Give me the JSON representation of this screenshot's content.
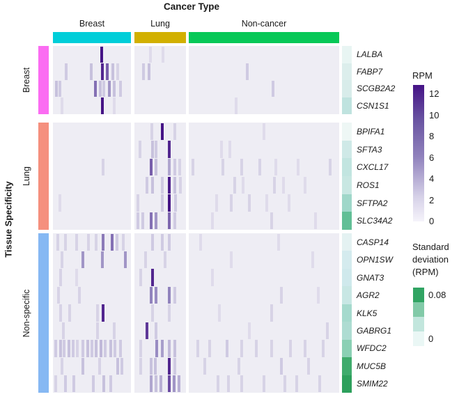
{
  "figure": {
    "title": "Cancer Type",
    "y_axis_title": "Tissue Specificity"
  },
  "legend_rpm": {
    "title": "RPM",
    "ticks": [
      "12",
      "10",
      "8",
      "6",
      "4",
      "2",
      "0"
    ]
  },
  "legend_sd": {
    "title": "Standard\ndeviation\n(RPM)",
    "top_label": "0.08",
    "bottom_label": "0",
    "colors": [
      "#31a463",
      "#82caa8",
      "#c2e6dd",
      "#eaf7f5"
    ]
  },
  "chart_data": {
    "type": "heatmap",
    "title": "Cancer Type",
    "x_group_axis": "Cancer Type",
    "y_group_axis": "Tissue Specificity",
    "value_unit": "RPM",
    "cell_background": "#eeedf4",
    "rpm_scale": {
      "min": 0,
      "max": 12,
      "min_color": "#eeedf4",
      "mid_color": "#9183bd",
      "max_color": "#451386"
    },
    "columns": [
      {
        "id": "breast",
        "label": "Breast",
        "color": "#00ced9"
      },
      {
        "id": "lung",
        "label": "Lung",
        "color": "#d2b000"
      },
      {
        "id": "noncancer",
        "label": "Non-cancer",
        "color": "#07c857"
      }
    ],
    "rows": [
      {
        "id": "breast",
        "label": "Breast",
        "color": "#fb6cf2",
        "genes": [
          "LALBA",
          "FABP7",
          "SCGB2A2",
          "CSN1S1"
        ]
      },
      {
        "id": "lung",
        "label": "Lung",
        "color": "#f5907e",
        "genes": [
          "BPIFA1",
          "SFTA3",
          "CXCL17",
          "ROS1",
          "SFTPA2",
          "SLC34A2"
        ]
      },
      {
        "id": "nonspecific",
        "label": "Non-specific",
        "color": "#86b8f3",
        "genes": [
          "CASP14",
          "OPN1SW",
          "GNAT3",
          "AGR2",
          "KLK5",
          "GABRG1",
          "WFDC2",
          "MUC5B",
          "SMIM22"
        ]
      }
    ],
    "genes": [
      {
        "name": "LALBA",
        "sd_color": "#e8f5f3",
        "sd_rpm": 0.01
      },
      {
        "name": "FABP7",
        "sd_color": "#dceeec",
        "sd_rpm": 0.015
      },
      {
        "name": "SCGB2A2",
        "sd_color": "#d8ecea",
        "sd_rpm": 0.018
      },
      {
        "name": "CSN1S1",
        "sd_color": "#bfe3df",
        "sd_rpm": 0.03
      },
      {
        "name": "BPIFA1",
        "sd_color": "#eef7f5",
        "sd_rpm": 0.005
      },
      {
        "name": "SFTA3",
        "sd_color": "#cfe9e7",
        "sd_rpm": 0.022
      },
      {
        "name": "CXCL17",
        "sd_color": "#c2e5e0",
        "sd_rpm": 0.028
      },
      {
        "name": "ROS1",
        "sd_color": "#c8e7e2",
        "sd_rpm": 0.025
      },
      {
        "name": "SFTPA2",
        "sd_color": "#9fd7c9",
        "sd_rpm": 0.042
      },
      {
        "name": "SLC34A2",
        "sd_color": "#62bf96",
        "sd_rpm": 0.062
      },
      {
        "name": "CASP14",
        "sd_color": "#e4f2f2",
        "sd_rpm": 0.012
      },
      {
        "name": "OPN1SW",
        "sd_color": "#d4ebee",
        "sd_rpm": 0.018
      },
      {
        "name": "GNAT3",
        "sd_color": "#cfe9ec",
        "sd_rpm": 0.02
      },
      {
        "name": "AGR2",
        "sd_color": "#c8e7e4",
        "sd_rpm": 0.025
      },
      {
        "name": "KLK5",
        "sd_color": "#a5dacd",
        "sd_rpm": 0.04
      },
      {
        "name": "GABRG1",
        "sd_color": "#aedcd2",
        "sd_rpm": 0.037
      },
      {
        "name": "WFDC2",
        "sd_color": "#8bd0b4",
        "sd_rpm": 0.05
      },
      {
        "name": "MUC5B",
        "sd_color": "#3fab6c",
        "sd_rpm": 0.072
      },
      {
        "name": "SMIM22",
        "sd_color": "#2da05c",
        "sd_rpm": 0.078
      }
    ],
    "cells": [
      [
        "LALBA",
        "breast",
        0.63,
        12
      ],
      [
        "LALBA",
        "lung",
        0.3,
        1
      ],
      [
        "LALBA",
        "lung",
        0.55,
        1
      ],
      [
        "FABP7",
        "breast",
        0.16,
        2
      ],
      [
        "FABP7",
        "breast",
        0.49,
        2.5
      ],
      [
        "FABP7",
        "breast",
        0.635,
        11
      ],
      [
        "FABP7",
        "breast",
        0.7,
        8
      ],
      [
        "FABP7",
        "breast",
        0.78,
        2.5
      ],
      [
        "FABP7",
        "breast",
        0.84,
        1.5
      ],
      [
        "FABP7",
        "lung",
        0.16,
        2
      ],
      [
        "FABP7",
        "lung",
        0.27,
        2.5
      ],
      [
        "FABP7",
        "noncancer",
        0.385,
        2
      ],
      [
        "SCGB2A2",
        "breast",
        0.03,
        2.5
      ],
      [
        "SCGB2A2",
        "breast",
        0.07,
        2
      ],
      [
        "SCGB2A2",
        "breast",
        0.55,
        7
      ],
      [
        "SCGB2A2",
        "breast",
        0.61,
        2.5
      ],
      [
        "SCGB2A2",
        "breast",
        0.655,
        2
      ],
      [
        "SCGB2A2",
        "breast",
        0.73,
        5
      ],
      [
        "SCGB2A2",
        "breast",
        0.8,
        2.5
      ],
      [
        "SCGB2A2",
        "breast",
        0.88,
        2
      ],
      [
        "SCGB2A2",
        "noncancer",
        0.56,
        2
      ],
      [
        "CSN1S1",
        "breast",
        0.635,
        12
      ],
      [
        "CSN1S1",
        "breast",
        0.1,
        1
      ],
      [
        "CSN1S1",
        "breast",
        0.8,
        1
      ],
      [
        "CSN1S1",
        "noncancer",
        0.31,
        1
      ],
      [
        "BPIFA1",
        "lung",
        0.54,
        12
      ],
      [
        "BPIFA1",
        "lung",
        0.33,
        1.5
      ],
      [
        "BPIFA1",
        "lung",
        0.8,
        1.5
      ],
      [
        "BPIFA1",
        "noncancer",
        0.5,
        1
      ],
      [
        "SFTA3",
        "lung",
        0.08,
        1.5
      ],
      [
        "SFTA3",
        "lung",
        0.34,
        2.5
      ],
      [
        "SFTA3",
        "lung",
        0.42,
        2
      ],
      [
        "SFTA3",
        "lung",
        0.69,
        11
      ],
      [
        "SFTA3",
        "noncancer",
        0.21,
        1
      ],
      [
        "SFTA3",
        "noncancer",
        0.27,
        1
      ],
      [
        "CXCL17",
        "breast",
        0.65,
        1.5
      ],
      [
        "CXCL17",
        "lung",
        0.32,
        8
      ],
      [
        "CXCL17",
        "lung",
        0.42,
        2.5
      ],
      [
        "CXCL17",
        "lung",
        0.69,
        4
      ],
      [
        "CXCL17",
        "lung",
        0.8,
        2
      ],
      [
        "CXCL17",
        "lung",
        0.9,
        1.5
      ],
      [
        "CXCL17",
        "noncancer",
        0.02,
        1.5
      ],
      [
        "CXCL17",
        "noncancer",
        0.22,
        1.5
      ],
      [
        "CXCL17",
        "noncancer",
        0.35,
        1.5
      ],
      [
        "CXCL17",
        "noncancer",
        0.47,
        1.5
      ],
      [
        "CXCL17",
        "noncancer",
        0.58,
        1
      ],
      [
        "CXCL17",
        "noncancer",
        0.73,
        1
      ],
      [
        "CXCL17",
        "noncancer",
        0.95,
        1.5
      ],
      [
        "ROS1",
        "lung",
        0.23,
        2
      ],
      [
        "ROS1",
        "lung",
        0.34,
        2.5
      ],
      [
        "ROS1",
        "lung",
        0.54,
        2
      ],
      [
        "ROS1",
        "lung",
        0.68,
        11.5
      ],
      [
        "ROS1",
        "lung",
        0.8,
        2.5
      ],
      [
        "ROS1",
        "lung",
        0.92,
        1.5
      ],
      [
        "ROS1",
        "noncancer",
        0.3,
        1.5
      ],
      [
        "ROS1",
        "noncancer",
        0.36,
        1
      ],
      [
        "ROS1",
        "noncancer",
        0.57,
        1.5
      ],
      [
        "ROS1",
        "noncancer",
        0.63,
        1
      ],
      [
        "ROS1",
        "noncancer",
        0.78,
        1
      ],
      [
        "SFTPA2",
        "breast",
        0.07,
        1
      ],
      [
        "SFTPA2",
        "lung",
        0.04,
        1.5
      ],
      [
        "SFTPA2",
        "lung",
        0.54,
        2
      ],
      [
        "SFTPA2",
        "lung",
        0.69,
        12
      ],
      [
        "SFTPA2",
        "lung",
        0.81,
        2
      ],
      [
        "SFTPA2",
        "noncancer",
        0.18,
        1
      ],
      [
        "SFTPA2",
        "noncancer",
        0.28,
        1.5
      ],
      [
        "SFTPA2",
        "noncancer",
        0.4,
        1.5
      ],
      [
        "SFTPA2",
        "noncancer",
        0.52,
        1
      ],
      [
        "SFTPA2",
        "noncancer",
        0.67,
        1
      ],
      [
        "SLC34A2",
        "lung",
        0.04,
        2
      ],
      [
        "SLC34A2",
        "lung",
        0.14,
        2
      ],
      [
        "SLC34A2",
        "lung",
        0.32,
        7
      ],
      [
        "SLC34A2",
        "lung",
        0.42,
        5
      ],
      [
        "SLC34A2",
        "lung",
        0.68,
        7.5
      ],
      [
        "SLC34A2",
        "lung",
        0.8,
        2
      ],
      [
        "SLC34A2",
        "noncancer",
        0.15,
        1
      ],
      [
        "SLC34A2",
        "noncancer",
        0.55,
        1.5
      ],
      [
        "SLC34A2",
        "noncancer",
        0.85,
        1
      ],
      [
        "CASP14",
        "breast",
        0.05,
        1.5
      ],
      [
        "CASP14",
        "breast",
        0.15,
        1.5
      ],
      [
        "CASP14",
        "breast",
        0.3,
        1.5
      ],
      [
        "CASP14",
        "breast",
        0.45,
        1.5
      ],
      [
        "CASP14",
        "breast",
        0.56,
        1.5
      ],
      [
        "CASP14",
        "breast",
        0.65,
        6.5
      ],
      [
        "CASP14",
        "breast",
        0.77,
        7
      ],
      [
        "CASP14",
        "breast",
        0.83,
        2
      ],
      [
        "CASP14",
        "breast",
        0.92,
        1.5
      ],
      [
        "CASP14",
        "lung",
        0.34,
        2
      ],
      [
        "CASP14",
        "lung",
        0.54,
        2
      ],
      [
        "CASP14",
        "lung",
        0.69,
        2
      ],
      [
        "CASP14",
        "noncancer",
        0.07,
        1
      ],
      [
        "CASP14",
        "noncancer",
        0.6,
        1
      ],
      [
        "OPN1SW",
        "breast",
        0.1,
        1.5
      ],
      [
        "OPN1SW",
        "breast",
        0.375,
        5
      ],
      [
        "OPN1SW",
        "breast",
        0.635,
        5
      ],
      [
        "OPN1SW",
        "breast",
        0.94,
        5
      ],
      [
        "OPN1SW",
        "lung",
        0.2,
        1.5
      ],
      [
        "OPN1SW",
        "lung",
        0.6,
        1.5
      ],
      [
        "OPN1SW",
        "noncancer",
        0.28,
        1
      ],
      [
        "OPN1SW",
        "noncancer",
        0.83,
        1
      ],
      [
        "GNAT3",
        "breast",
        0.08,
        1.5
      ],
      [
        "GNAT3",
        "breast",
        0.3,
        1
      ],
      [
        "GNAT3",
        "lung",
        0.34,
        11
      ],
      [
        "GNAT3",
        "lung",
        0.1,
        1.5
      ],
      [
        "GNAT3",
        "noncancer",
        0.15,
        1
      ],
      [
        "AGR2",
        "breast",
        0.06,
        1.5
      ],
      [
        "AGR2",
        "breast",
        0.33,
        1.5
      ],
      [
        "AGR2",
        "lung",
        0.32,
        6
      ],
      [
        "AGR2",
        "lung",
        0.42,
        5.5
      ],
      [
        "AGR2",
        "lung",
        0.69,
        6
      ],
      [
        "AGR2",
        "lung",
        0.8,
        2
      ],
      [
        "AGR2",
        "noncancer",
        0.62,
        1.5
      ],
      [
        "AGR2",
        "noncancer",
        0.87,
        1
      ],
      [
        "KLK5",
        "breast",
        0.08,
        1.5
      ],
      [
        "KLK5",
        "breast",
        0.2,
        1.5
      ],
      [
        "KLK5",
        "breast",
        0.57,
        1.5
      ],
      [
        "KLK5",
        "breast",
        0.65,
        11
      ],
      [
        "KLK5",
        "lung",
        0.34,
        1.5
      ],
      [
        "KLK5",
        "lung",
        0.69,
        1.5
      ],
      [
        "KLK5",
        "noncancer",
        0.2,
        1
      ],
      [
        "KLK5",
        "noncancer",
        0.55,
        1.5
      ],
      [
        "GABRG1",
        "breast",
        0.12,
        1.5
      ],
      [
        "GABRG1",
        "breast",
        0.57,
        1.5
      ],
      [
        "GABRG1",
        "breast",
        0.8,
        1.5
      ],
      [
        "GABRG1",
        "lung",
        0.23,
        10
      ],
      [
        "GABRG1",
        "lung",
        0.42,
        2
      ],
      [
        "GABRG1",
        "noncancer",
        0.4,
        1
      ],
      [
        "GABRG1",
        "noncancer",
        0.93,
        1.5
      ],
      [
        "WFDC2",
        "breast",
        0.02,
        2
      ],
      [
        "WFDC2",
        "breast",
        0.08,
        2.5
      ],
      [
        "WFDC2",
        "breast",
        0.13,
        2
      ],
      [
        "WFDC2",
        "breast",
        0.19,
        2.5
      ],
      [
        "WFDC2",
        "breast",
        0.25,
        2
      ],
      [
        "WFDC2",
        "breast",
        0.31,
        1.5
      ],
      [
        "WFDC2",
        "breast",
        0.38,
        2
      ],
      [
        "WFDC2",
        "breast",
        0.44,
        2.5
      ],
      [
        "WFDC2",
        "breast",
        0.5,
        2
      ],
      [
        "WFDC2",
        "breast",
        0.56,
        2.5
      ],
      [
        "WFDC2",
        "breast",
        0.62,
        3
      ],
      [
        "WFDC2",
        "breast",
        0.68,
        2
      ],
      [
        "WFDC2",
        "breast",
        0.75,
        2.5
      ],
      [
        "WFDC2",
        "breast",
        0.81,
        2
      ],
      [
        "WFDC2",
        "breast",
        0.88,
        2
      ],
      [
        "WFDC2",
        "lung",
        0.1,
        1.5
      ],
      [
        "WFDC2",
        "lung",
        0.43,
        5.5
      ],
      [
        "WFDC2",
        "lung",
        0.54,
        4.5
      ],
      [
        "WFDC2",
        "lung",
        0.68,
        3
      ],
      [
        "WFDC2",
        "lung",
        0.8,
        2.5
      ],
      [
        "WFDC2",
        "noncancer",
        0.05,
        1.5
      ],
      [
        "WFDC2",
        "noncancer",
        0.13,
        1.5
      ],
      [
        "WFDC2",
        "noncancer",
        0.25,
        2
      ],
      [
        "WFDC2",
        "noncancer",
        0.35,
        1.5
      ],
      [
        "WFDC2",
        "noncancer",
        0.45,
        1.5
      ],
      [
        "WFDC2",
        "noncancer",
        0.55,
        1.5
      ],
      [
        "WFDC2",
        "noncancer",
        0.68,
        1.5
      ],
      [
        "WFDC2",
        "noncancer",
        0.78,
        1.5
      ],
      [
        "WFDC2",
        "noncancer",
        0.9,
        1.5
      ],
      [
        "MUC5B",
        "breast",
        0.1,
        1.5
      ],
      [
        "MUC5B",
        "breast",
        0.375,
        2.5
      ],
      [
        "MUC5B",
        "breast",
        0.6,
        1.5
      ],
      [
        "MUC5B",
        "breast",
        0.84,
        2.5
      ],
      [
        "MUC5B",
        "breast",
        0.9,
        2
      ],
      [
        "MUC5B",
        "lung",
        0.1,
        1.5
      ],
      [
        "MUC5B",
        "lung",
        0.32,
        2.5
      ],
      [
        "MUC5B",
        "lung",
        0.4,
        2.5
      ],
      [
        "MUC5B",
        "lung",
        0.69,
        11
      ],
      [
        "MUC5B",
        "lung",
        0.8,
        2
      ],
      [
        "MUC5B",
        "noncancer",
        0.1,
        1.5
      ],
      [
        "MUC5B",
        "noncancer",
        0.33,
        1.5
      ],
      [
        "MUC5B",
        "noncancer",
        0.62,
        2
      ],
      [
        "MUC5B",
        "noncancer",
        0.8,
        1.5
      ],
      [
        "SMIM22",
        "breast",
        0.02,
        1.5
      ],
      [
        "SMIM22",
        "breast",
        0.15,
        2
      ],
      [
        "SMIM22",
        "breast",
        0.26,
        2
      ],
      [
        "SMIM22",
        "breast",
        0.52,
        2
      ],
      [
        "SMIM22",
        "breast",
        0.66,
        2.5
      ],
      [
        "SMIM22",
        "breast",
        0.75,
        2
      ],
      [
        "SMIM22",
        "lung",
        0.32,
        4
      ],
      [
        "SMIM22",
        "lung",
        0.42,
        2.5
      ],
      [
        "SMIM22",
        "lung",
        0.52,
        3.5
      ],
      [
        "SMIM22",
        "lung",
        0.69,
        9
      ],
      [
        "SMIM22",
        "lung",
        0.79,
        5
      ],
      [
        "SMIM22",
        "lung",
        0.89,
        3.5
      ],
      [
        "SMIM22",
        "noncancer",
        0.19,
        1.5
      ],
      [
        "SMIM22",
        "noncancer",
        0.26,
        1.5
      ],
      [
        "SMIM22",
        "noncancer",
        0.35,
        1.5
      ],
      [
        "SMIM22",
        "noncancer",
        0.5,
        1.5
      ],
      [
        "SMIM22",
        "noncancer",
        0.64,
        1.5
      ],
      [
        "SMIM22",
        "noncancer",
        0.72,
        1.5
      ],
      [
        "SMIM22",
        "noncancer",
        0.875,
        1.5
      ]
    ]
  }
}
